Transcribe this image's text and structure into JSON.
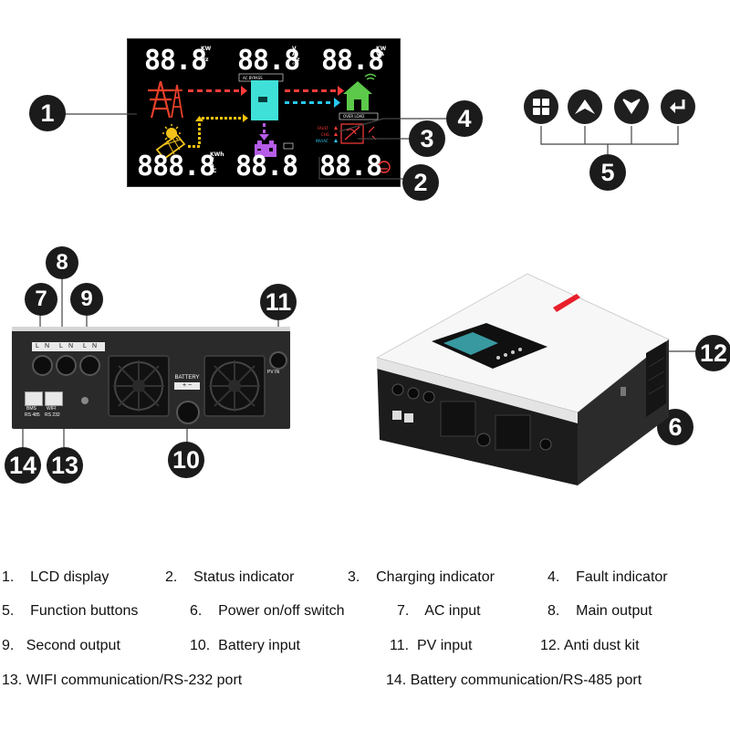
{
  "lcd": {
    "top_readouts": [
      {
        "value": "88.8",
        "units": [
          "KW",
          "V",
          "Hz",
          "A"
        ]
      },
      {
        "value": "88.8",
        "units": [
          "V",
          "A",
          "Hz",
          "°C"
        ]
      },
      {
        "value": "88.8",
        "units": [
          "KW",
          "VA",
          "%"
        ]
      }
    ],
    "bottom_readouts": [
      {
        "value": "888.8",
        "units": [
          "KWh",
          "V",
          "A",
          "°C"
        ]
      },
      {
        "value": "88.8",
        "units": [
          "V",
          "A"
        ]
      },
      {
        "value": "88.8",
        "units": []
      }
    ],
    "labels": {
      "ac_bypass": "AC BYPASS",
      "over_load": "OVER LOAD",
      "indicators": [
        "FAULT",
        "CHG",
        "INV/AC"
      ]
    },
    "colors": {
      "grid": "#e8402a",
      "pv": "#f2c21a",
      "inverter": "#3fe0d8",
      "battery": "#b65ce8",
      "home": "#5cc94a",
      "arrow_red": "#ff3b3b",
      "arrow_cyan": "#28c8f0",
      "arrow_yellow": "#f4c20d"
    }
  },
  "callouts": [
    "1",
    "2",
    "3",
    "4",
    "5",
    "6",
    "7",
    "8",
    "9",
    "10",
    "11",
    "12",
    "13",
    "14"
  ],
  "function_buttons": [
    {
      "icon": "grid-menu-icon"
    },
    {
      "icon": "arrow-up-icon"
    },
    {
      "icon": "arrow-down-icon"
    },
    {
      "icon": "enter-icon"
    }
  ],
  "rear_panel": {
    "battery_label": "BATTERY",
    "battery_polarity": "+ −",
    "pv_label": "PV IN",
    "bms_label": "BMS",
    "rs485_label": "RS 485",
    "wifi_label": "WIFI",
    "rs232_label": "RS 232",
    "ac_terminals": [
      "L",
      "N"
    ]
  },
  "legend": [
    {
      "num": "1.",
      "text": "LCD display"
    },
    {
      "num": "2.",
      "text": "Status indicator"
    },
    {
      "num": "3.",
      "text": "Charging indicator"
    },
    {
      "num": "4.",
      "text": "Fault indicator"
    },
    {
      "num": "5.",
      "text": "Function buttons"
    },
    {
      "num": "6.",
      "text": "Power on/off switch"
    },
    {
      "num": "7.",
      "text": "AC input"
    },
    {
      "num": "8.",
      "text": "Main output"
    },
    {
      "num": "9.",
      "text": "Second output"
    },
    {
      "num": "10.",
      "text": "Battery input"
    },
    {
      "num": "11.",
      "text": "PV input"
    },
    {
      "num": "12.",
      "text": "Anti dust kit"
    },
    {
      "num": "13.",
      "text": "WIFI  communication/RS-232 port"
    },
    {
      "num": "14.",
      "text": "Battery communication/RS-485 port"
    }
  ]
}
